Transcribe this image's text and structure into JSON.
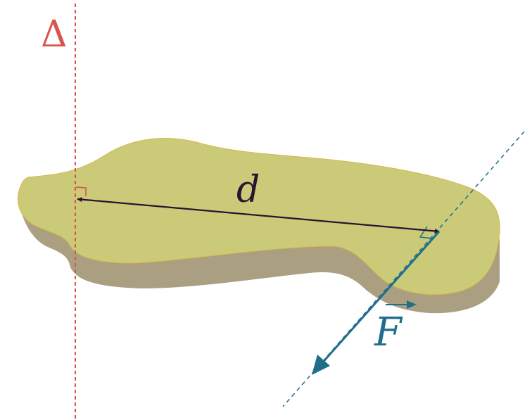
{
  "labels": {
    "axis": "Δ",
    "distance": "d",
    "force": "F"
  },
  "colors": {
    "axis": "#d9534f",
    "solid_top": "#cbca78",
    "solid_top_edge": "#d6b84a",
    "solid_side": "#ab9f82",
    "distance_arrow": "#2b1230",
    "force": "#1f6f8b",
    "background": "#ffffff"
  }
}
